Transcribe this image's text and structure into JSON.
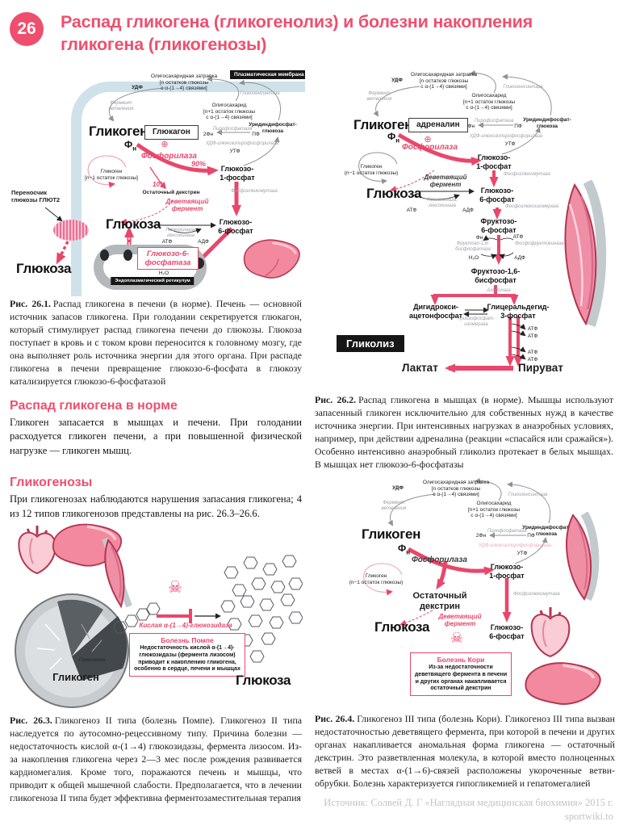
{
  "page": {
    "number": "26",
    "title": "Распад гликогена (гликогенолиз) и болезни накопления гликогена (гликогенозы)"
  },
  "cycle": {
    "seed": "Олигосахаридная затравка\n[n остатков глюкозы\nс α-(1→4) связями]",
    "udp": "УДФ",
    "branching": "Фермент\nветвления",
    "synthase": "Гликогенсинтаза",
    "oligo": "Олигосахарид\n[n+1 остаток глюкозы\nс α-(1→4) связями]",
    "udp_glucose": "Уридиндифосфат-\nглюкоза",
    "pyrophosphatase": "Пирофосфатаза",
    "two_pn": "2Фн",
    "pf": "ПФ",
    "upp": "УДФ-глюкозопирофосфорилаза",
    "utp": "УТФ",
    "glycogen": "Гликоген",
    "fn_base": "Ф",
    "fn_sub": "н",
    "fn_plain": "Фн",
    "phosphorylase": "Фосфорилаза",
    "glycogen_n1_sq": "Гликоген\n[n−1 остаток глюкозы]",
    "glycogen_n1": "Гликоген\n(n−1 остаток глюкозы)",
    "g1p": "Глюкозо-\n1-фосфат",
    "phosphoglucomutase": "Фосфоглюкомутаза",
    "g6p": "Глюкозо-\n6-фосфат",
    "glucose": "Глюкоза",
    "debranching": "Деветвящий\nфермент",
    "glucokinase": "Глюкокиназа,\nгексокиназа",
    "atp": "АТФ",
    "adp": "АДФ",
    "h2o": "H₂O",
    "plus": "⊕"
  },
  "icons": {
    "skull": "☠"
  },
  "fig1": {
    "membrane": "Плазматическая мембрана",
    "glucagon": "Глюкагон",
    "p90": "90%",
    "p10": "10%",
    "residual": "Остаточный декстрин",
    "g6pase": "Глюкозо-6-\nфосфатаза",
    "er": "Эндоплазматический ретикулум",
    "glut2": "Переносчик\nглюкозы ГЛЮТ2",
    "caption_label": "Рис. 26.1.",
    "caption": "Распад гликогена в печени (в норме). Печень — основной источник запасов гликогена. При голодании секретируется глюкагон, который стимулирует распад гликогена печени до глюкозы. Глюкоза поступает в кровь и с током крови переносится к головному мозгу, где она выполняет роль источника энергии для этого органа. При распаде гликогена в печени превращение глюкозо-6-фосфата в глюкозу катализируется глюкозо-6-фосфатазой"
  },
  "sections": {
    "s1": {
      "heading": "Распад гликогена в норме",
      "text": "Гликоген запасается в мышцах и печени. При голодании расходуется гликоген печени, а при повышенной физической нагрузке — гликоген мышц."
    },
    "s2": {
      "heading": "Гликогенозы",
      "text": "При гликогенозах наблюдаются нарушения запасания гликогена; 4 из 12 типов гликогенозов представлены на рис. 26.3–26.6."
    }
  },
  "fig2": {
    "adrenaline": "адреналин",
    "fgi": "Фосфоглюкоизомераза",
    "f6p": "Фруктозо-\n6-фосфат",
    "f16bpase": "Фруктозо-1,6-\nбисфосфатаза",
    "pfk": "Фосфофруктокиназа-1",
    "f16bp": "Фруктозо-1,6-\nбисфосфат",
    "aldolase": "Альдолаза",
    "dhap": "Дигидрокси-\nацетонфосфат",
    "tpi": "Триозофосфат-\nизомераза",
    "gap": "Глицеральдегид-\n3-фосфат",
    "glycolysis": "Гликолиз",
    "lactate": "Лактат",
    "pyruvate": "Пируват",
    "caption_label": "Рис. 26.2.",
    "caption": "Распад гликогена в мышцах (в норме). Мышцы используют запасенный гликоген исключительно для собственных нужд в качестве источника энергии. При интенсивных нагрузках в анаэробных условиях, например, при действии адреналина (реакции «спасайся или сражайся»). Особенно интенсивно анаэробный гликолиз протекает в белых мышцах. В мышцах нет глюкозо-6-фосфатазы"
  },
  "fig3": {
    "glycogen": "Гликоген",
    "glycogenin": "Гликогенин",
    "enzyme": "Кислая α-(1→4)-глюкозидаза",
    "box_title": "Болезнь Помпе",
    "box_text": "Недостаточность кислой α-(1→4)-глюкозидазы (фермента лизосом) приводит к накоплению гликогена, особенно в сердце, печени и мышцах",
    "glucose": "Глюкоза",
    "caption_label": "Рис. 26.3.",
    "caption": "Гликогеноз II типа (болезнь Помпе). Гликогеноз II типа наследуется по аутосомно-рецессивному типу. Причина болезни — недостаточность кислой α-(1→4) глюкозидазы, фермента лизосом. Из-за накопления гликогена через 2—3 мес после рождения развивается кардиомегалия. Кроме того, поражаются печень и мышцы, что приводит к общей мышечной слабости. Предполагается, что в лечении гликогеноза II типа будет эффективна ферментозаместительная терапия"
  },
  "fig4": {
    "residual": "Остаточный\nдекстрин",
    "box_title": "Болезнь Кори",
    "box_text": "Из-за недостаточности деветвящего фермента в печени и других органах накапливается остаточный декстрин",
    "caption_label": "Рис. 26.4.",
    "caption": "Гликогеноз III типа (болезнь Кори). Гликогеноз III типа вызван недостаточностью деветвящего фермента, при которой в печени и других органах накапливается аномальная форма гликогена — остаточный декстрин. Это разветвленная молекула, в которой вместо полноценных ветвей в местах α-(1→6)-связей расположены укороченные ветви-обрубки. Болезнь характеризуется гипогликемией и гепатомегалией"
  },
  "source": {
    "line1": "Источник: Солвей Д. Г «Наглядная медицинская биохимия» 2015 г.",
    "line2": "sportwiki.to"
  }
}
